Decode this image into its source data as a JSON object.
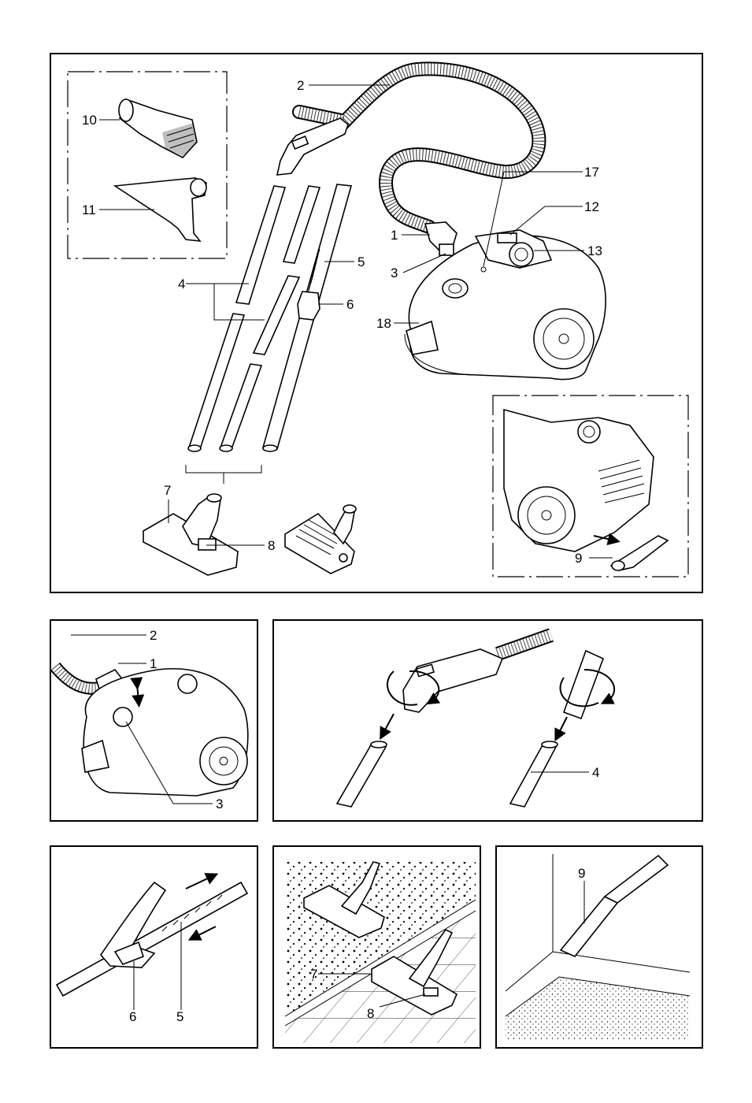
{
  "callouts": {
    "overview": [
      "1",
      "2",
      "3",
      "4",
      "5",
      "6",
      "7",
      "8",
      "9",
      "10",
      "11",
      "12",
      "13",
      "17",
      "18"
    ],
    "hose_connect": [
      "2",
      "1",
      "3"
    ],
    "tube_connect": [
      "4"
    ],
    "telescopic": [
      "6",
      "5"
    ],
    "floor_nozzle": [
      "7",
      "8"
    ],
    "crevice": [
      "9"
    ]
  }
}
